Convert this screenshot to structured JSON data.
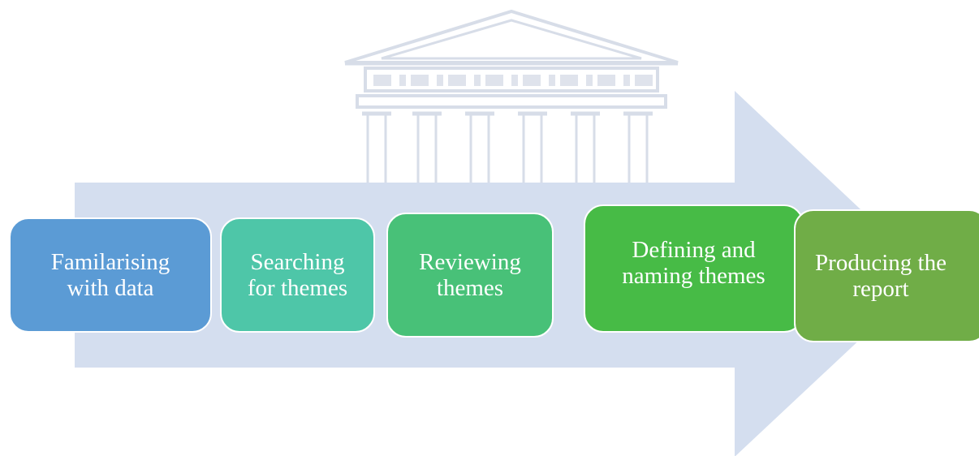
{
  "diagram": {
    "type": "process-arrow",
    "arrow_color": "#d4deef",
    "watermark": "university-building-seal",
    "steps": [
      {
        "label": "Familarising with data",
        "lines": [
          "Familarising",
          "with data"
        ],
        "color": "#5b9bd5"
      },
      {
        "label": "Searching for themes",
        "lines": [
          "Searching",
          "for themes"
        ],
        "color": "#4ec6a8"
      },
      {
        "label": "Reviewing themes",
        "lines": [
          "Reviewing",
          "themes"
        ],
        "color": "#48c178"
      },
      {
        "label": "Defining and naming themes",
        "lines": [
          "Defining and",
          "naming themes"
        ],
        "color": "#47bb46"
      },
      {
        "label": "Producing the report",
        "lines": [
          "Producing the",
          "report"
        ],
        "color": "#70ad47"
      }
    ]
  }
}
